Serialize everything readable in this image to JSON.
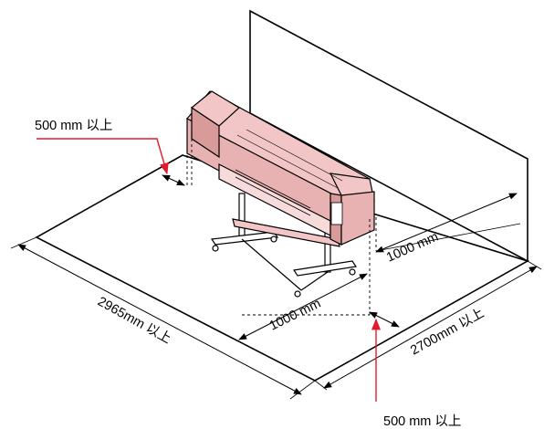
{
  "labels": {
    "top_clearance": "500 mm 以上",
    "bottom_clearance": "500 mm 以上",
    "front_clearance": "1000 mm",
    "rear_clearance": "1000 mm",
    "width": "2965mm 以上",
    "depth": "2700mm 以上"
  },
  "colors": {
    "printer_body": "#f2c6c6",
    "printer_dark": "#d99a9a",
    "outline": "#000000",
    "callout_arrow": "#e21b2c"
  }
}
